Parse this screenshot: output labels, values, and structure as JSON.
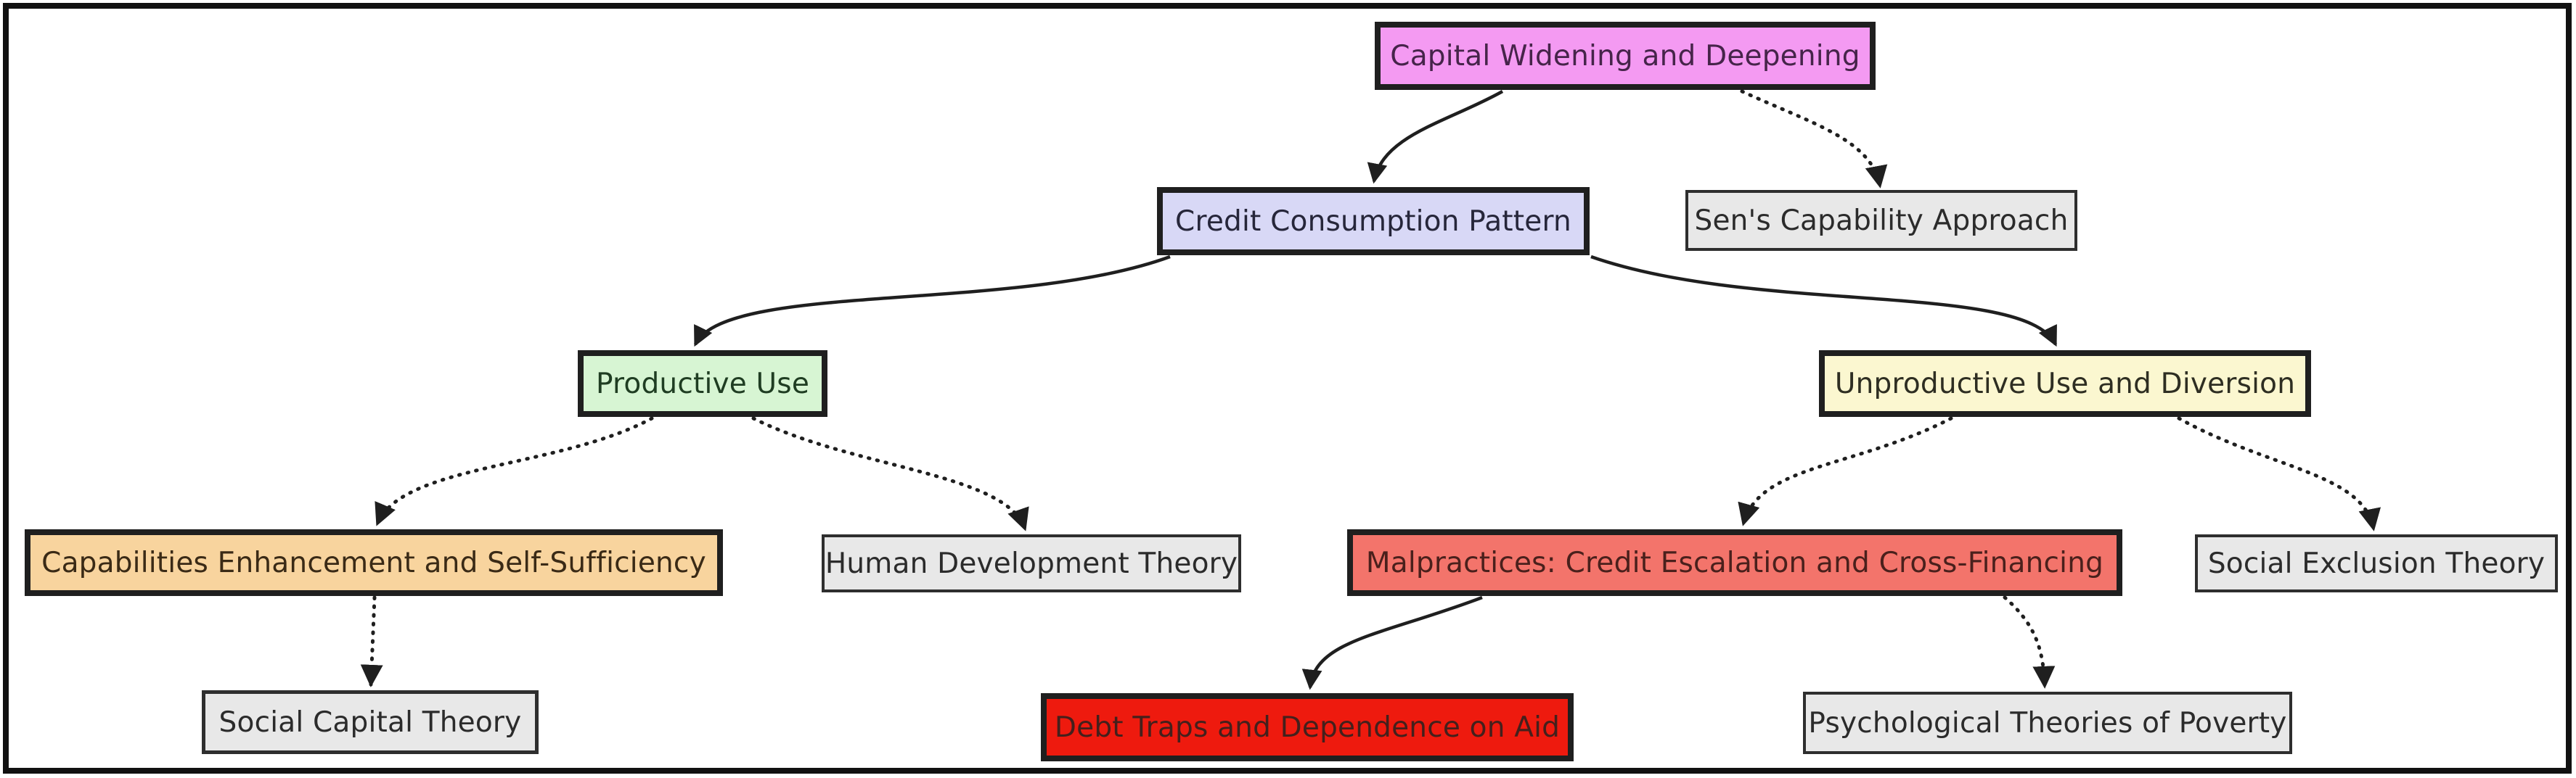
{
  "diagram": {
    "background": "#ffffff",
    "frame_border_color": "#111111",
    "edge_color": "#1f1f1f",
    "nodes": [
      {
        "id": "capital-widening",
        "label": "Capital Widening and Deepening",
        "fill": "#f49af2",
        "border": "#1f1f1f",
        "border_width": 8,
        "text_color": "#46244a"
      },
      {
        "id": "credit-consumption",
        "label": "Credit Consumption Pattern",
        "fill": "#d8d8f6",
        "border": "#1f1f1f",
        "border_width": 8,
        "text_color": "#26263a"
      },
      {
        "id": "sens-capability",
        "label": "Sen's Capability Approach",
        "fill": "#e8e8e8",
        "border": "#2e2e2e",
        "border_width": 4,
        "text_color": "#2b2b2b"
      },
      {
        "id": "productive-use",
        "label": "Productive Use",
        "fill": "#d7f5d3",
        "border": "#1f1f1f",
        "border_width": 8,
        "text_color": "#1f3d22"
      },
      {
        "id": "unproductive-use",
        "label": "Unproductive Use and Diversion",
        "fill": "#fbf7d0",
        "border": "#1f1f1f",
        "border_width": 8,
        "text_color": "#2e2e22"
      },
      {
        "id": "capabilities-enhancement",
        "label": "Capabilities Enhancement and Self-Sufficiency",
        "fill": "#f8d49e",
        "border": "#1f1f1f",
        "border_width": 8,
        "text_color": "#3a2a16"
      },
      {
        "id": "human-development",
        "label": "Human Development Theory",
        "fill": "#e8e8e8",
        "border": "#2e2e2e",
        "border_width": 4,
        "text_color": "#2b2b2b"
      },
      {
        "id": "malpractices",
        "label": "Malpractices: Credit Escalation and Cross-Financing",
        "fill": "#f3746b",
        "border": "#1f1f1f",
        "border_width": 8,
        "text_color": "#4a201c"
      },
      {
        "id": "social-exclusion",
        "label": "Social Exclusion Theory",
        "fill": "#e8e8e8",
        "border": "#2e2e2e",
        "border_width": 4,
        "text_color": "#2b2b2b"
      },
      {
        "id": "social-capital",
        "label": "Social Capital Theory",
        "fill": "#e8e8e8",
        "border": "#2e2e2e",
        "border_width": 5,
        "text_color": "#2b2b2b"
      },
      {
        "id": "debt-traps",
        "label": "Debt Traps and Dependence on Aid",
        "fill": "#ee1a0e",
        "border": "#1f1f1f",
        "border_width": 8,
        "text_color": "#44201c"
      },
      {
        "id": "psychological-theories",
        "label": "Psychological Theories of Poverty",
        "fill": "#e8e8e8",
        "border": "#2e2e2e",
        "border_width": 4,
        "text_color": "#2b2b2b"
      }
    ],
    "edges": [
      {
        "from": "capital-widening",
        "to": "credit-consumption",
        "style": "solid"
      },
      {
        "from": "capital-widening",
        "to": "sens-capability",
        "style": "dotted"
      },
      {
        "from": "credit-consumption",
        "to": "productive-use",
        "style": "solid"
      },
      {
        "from": "credit-consumption",
        "to": "unproductive-use",
        "style": "solid"
      },
      {
        "from": "productive-use",
        "to": "capabilities-enhancement",
        "style": "dotted"
      },
      {
        "from": "productive-use",
        "to": "human-development",
        "style": "dotted"
      },
      {
        "from": "unproductive-use",
        "to": "malpractices",
        "style": "dotted"
      },
      {
        "from": "unproductive-use",
        "to": "social-exclusion",
        "style": "dotted"
      },
      {
        "from": "capabilities-enhancement",
        "to": "social-capital",
        "style": "dotted"
      },
      {
        "from": "malpractices",
        "to": "debt-traps",
        "style": "solid"
      },
      {
        "from": "malpractices",
        "to": "psychological-theories",
        "style": "dotted"
      }
    ]
  }
}
